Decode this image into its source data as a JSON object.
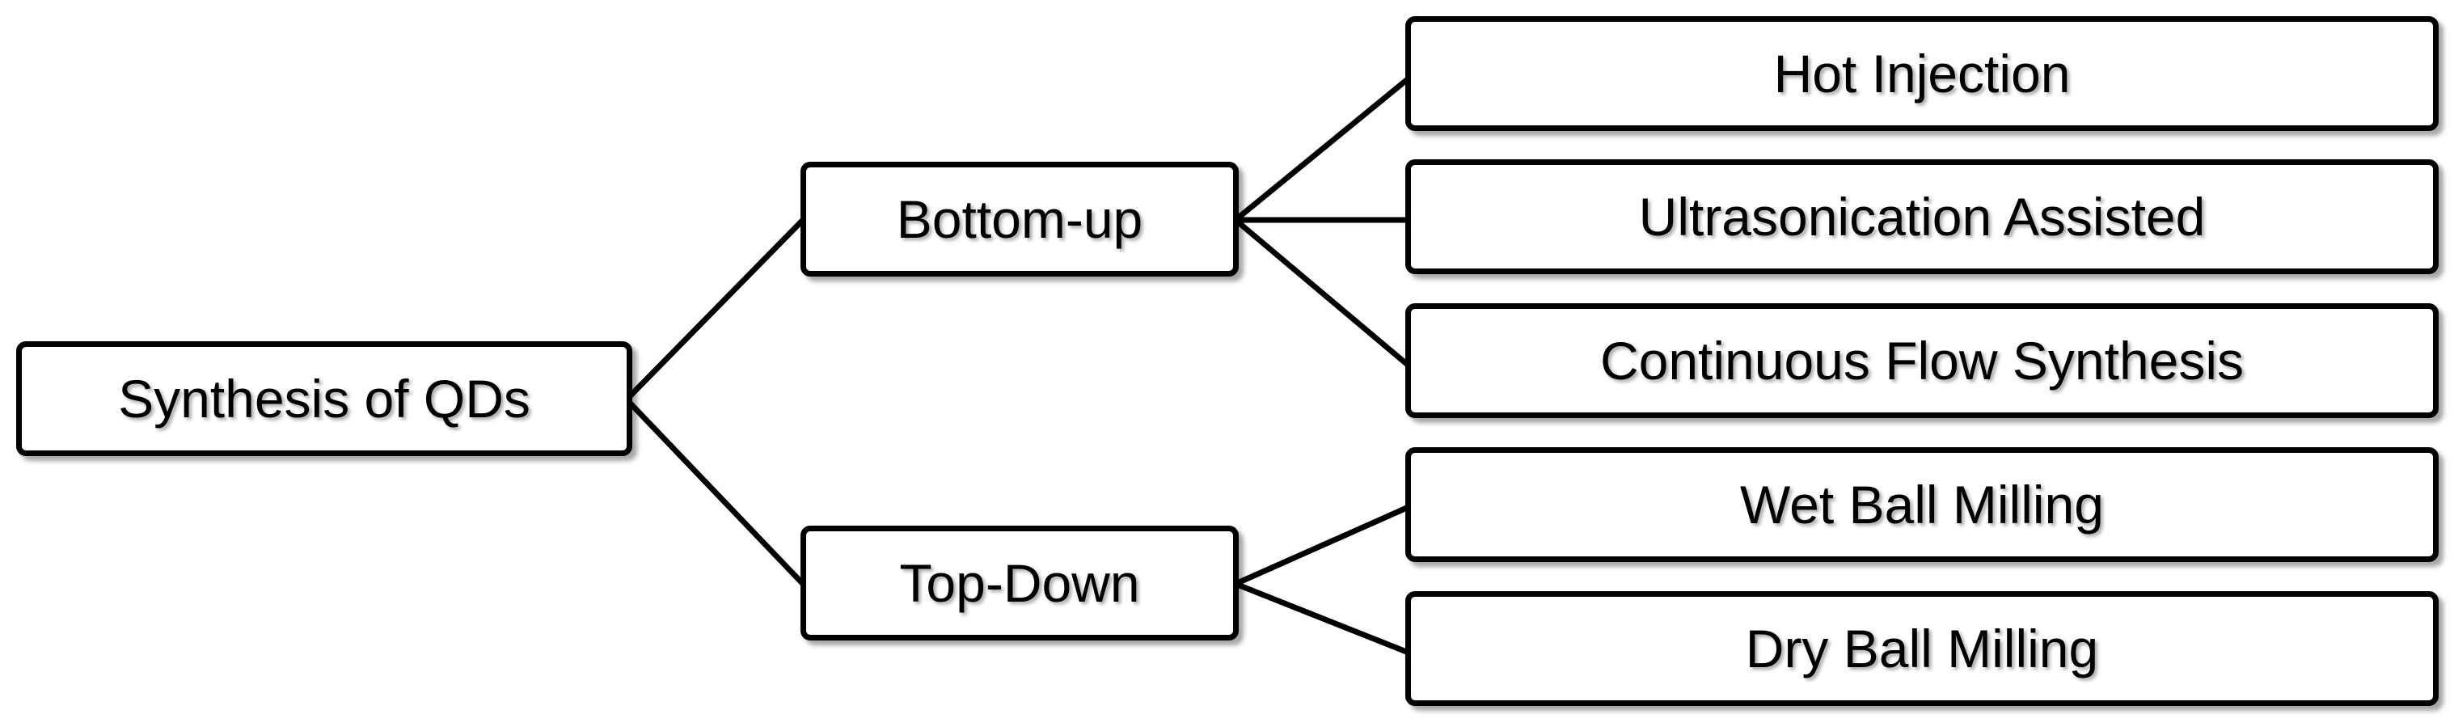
{
  "diagram": {
    "root": {
      "label": "Synthesis of QDs"
    },
    "branches": [
      {
        "label": "Bottom-up",
        "children": [
          {
            "label": "Hot Injection"
          },
          {
            "label": "Ultrasonication Assisted"
          },
          {
            "label": "Continuous Flow Synthesis"
          }
        ]
      },
      {
        "label": "Top-Down",
        "children": [
          {
            "label": "Wet Ball Milling"
          },
          {
            "label": "Dry Ball Milling"
          }
        ]
      }
    ]
  },
  "colors": {
    "stroke": "#000000",
    "fill": "#ffffff"
  }
}
